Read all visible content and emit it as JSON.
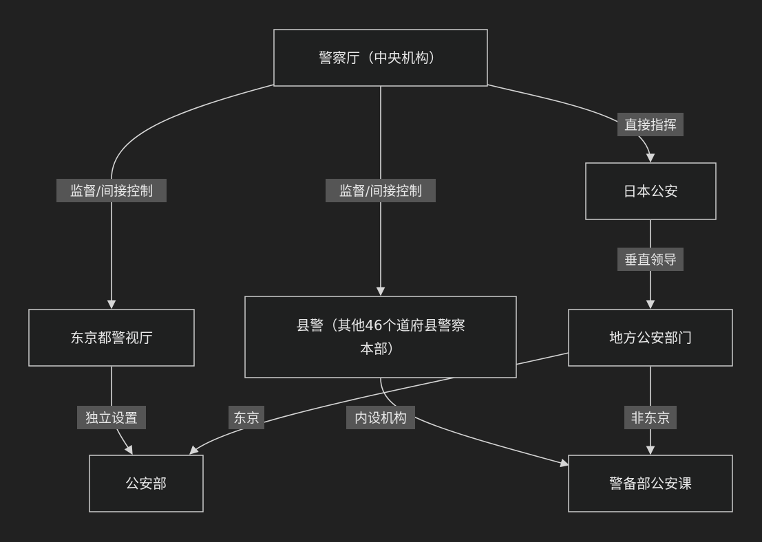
{
  "colors": {
    "background": "#212121",
    "node_fill": "#1f2020",
    "node_stroke": "#cccccc",
    "text": "#e8e8e8",
    "label_bg": "#555555",
    "edge": "#d6d6d6"
  },
  "nodes": {
    "npa": "警察厅（中央机构）",
    "koan": "日本公安",
    "mpd": "东京都警视厅",
    "pref_line1": "县警（其他46个道府县警察",
    "pref_line2": "本部）",
    "local_koan": "地方公安部门",
    "koan_bu": "公安部",
    "keibi": "警备部公安课"
  },
  "edge_labels": {
    "npa_to_mpd": "监督/间接控制",
    "npa_to_pref": "监督/间接控制",
    "npa_to_koan": "直接指挥",
    "koan_to_local": "垂直领导",
    "mpd_to_koanbu": "独立设置",
    "local_to_koanbu": "东京",
    "pref_to_keibi": "内设机构",
    "local_to_keibi": "非东京"
  }
}
